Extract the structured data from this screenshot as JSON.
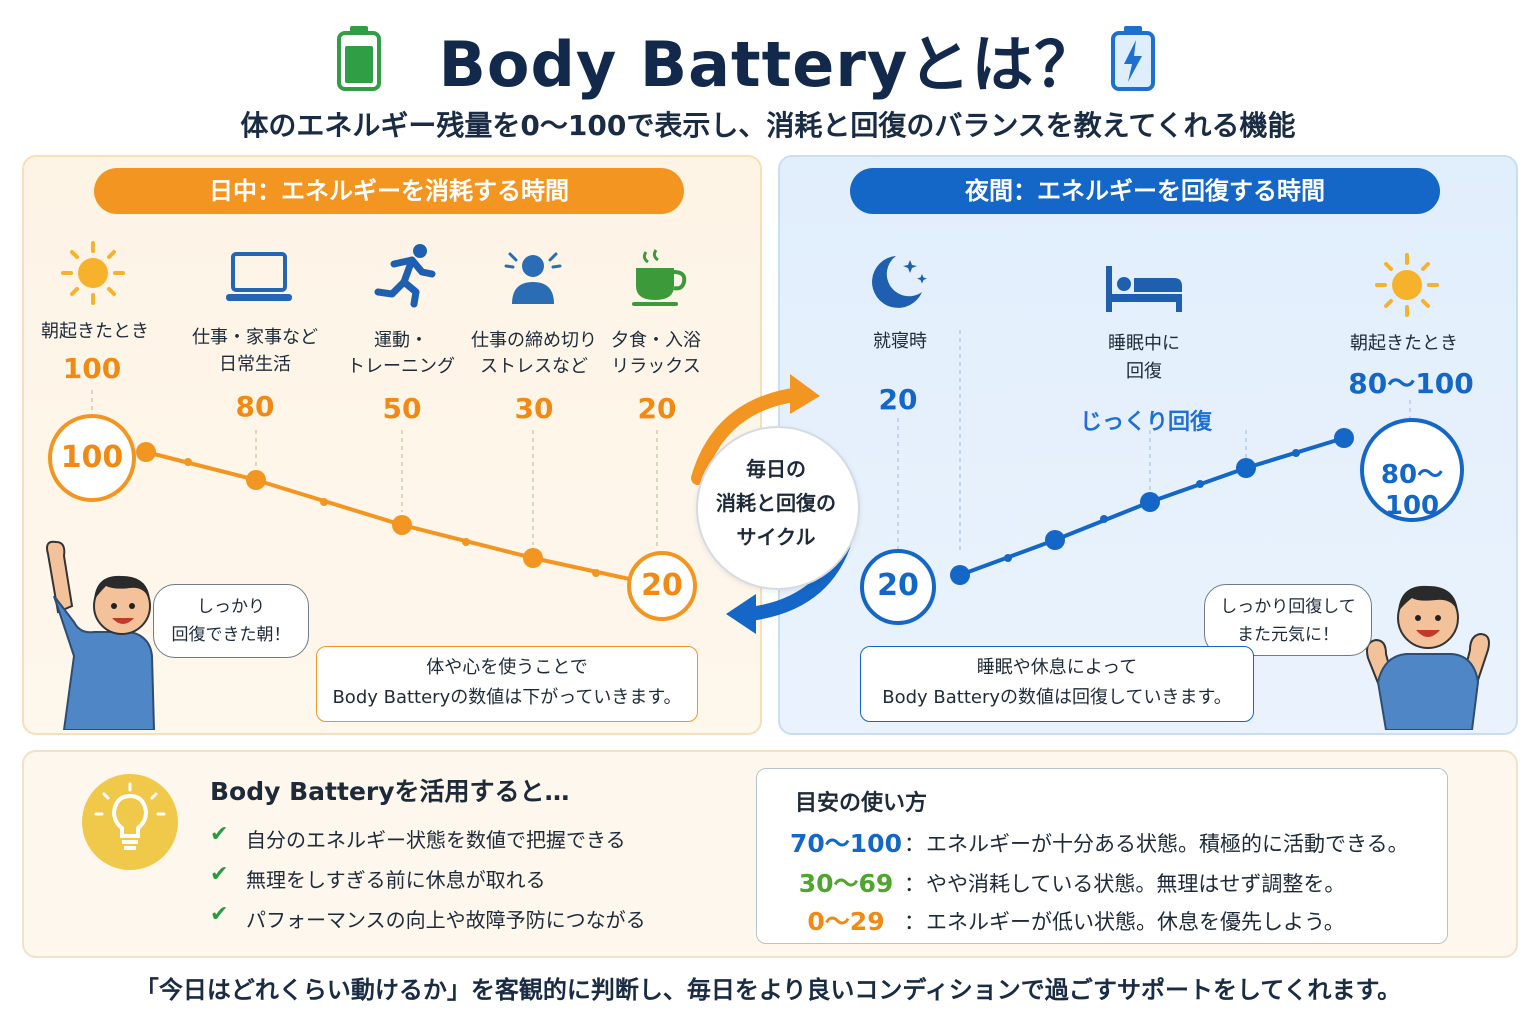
{
  "header": {
    "title": "Body Batteryとは？",
    "subtitle": "体のエネルギー残量を0〜100で表示し、消耗と回復のバランスを教えてくれる機能"
  },
  "day": {
    "heading": "日中：エネルギーを消耗する時間",
    "stages": [
      {
        "label1": "朝起きたとき",
        "label2": "",
        "value": "100",
        "icon": "sun-icon"
      },
      {
        "label1": "仕事・家事など",
        "label2": "日常生活",
        "value": "80",
        "icon": "laptop-icon"
      },
      {
        "label1": "運動・",
        "label2": "トレーニング",
        "value": "50",
        "icon": "runner-icon"
      },
      {
        "label1": "仕事の締め切り",
        "label2": "ストレスなど",
        "value": "30",
        "icon": "stressed-person-icon"
      },
      {
        "label1": "夕食・入浴",
        "label2": "リラックス",
        "value": "20",
        "icon": "tea-cup-icon"
      }
    ],
    "start_circle": "100",
    "end_circle": "20",
    "bubble": [
      "しっかり",
      "回復できた朝！"
    ],
    "note": [
      "体や心を使うことで",
      "Body Batteryの数値は下がっていきます。"
    ]
  },
  "cycle": {
    "text": [
      "毎日の",
      "消耗と回復の",
      "サイクル"
    ]
  },
  "night": {
    "heading": "夜間：エネルギーを回復する時間",
    "stages": [
      {
        "label1": "就寝時",
        "label2": "",
        "value": "20",
        "icon": "moon-icon"
      },
      {
        "label1": "睡眠中に",
        "label2": "回復",
        "value": "",
        "icon": "bed-icon"
      },
      {
        "label1": "朝起きたとき",
        "label2": "",
        "value": "80〜100",
        "icon": "sun-icon"
      }
    ],
    "slow_recovery": "じっくり回復",
    "start_circle": "20",
    "end_circle": "80〜100",
    "bubble": [
      "しっかり回復して",
      "また元気に！"
    ],
    "note": [
      "睡眠や休息によって",
      "Body Batteryの数値は回復していきます。"
    ]
  },
  "benefits": {
    "title": "Body Batteryを活用すると…",
    "items": [
      "自分のエネルギー状態を数値で把握できる",
      "無理をしすぎる前に休息が取れる",
      "パフォーマンスの向上や故障予防につながる"
    ]
  },
  "guide": {
    "title": "目安の使い方",
    "rows": [
      {
        "range": "70〜100",
        "desc": "エネルギーが十分ある状態。積極的に活動できる。",
        "color": "#1466c7"
      },
      {
        "range": "30〜69",
        "desc": "やや消耗している状態。無理はせず調整を。",
        "color": "#4fa52f"
      },
      {
        "range": "0〜29",
        "desc": "エネルギーが低い状態。休息を優先しよう。",
        "color": "#f08a14"
      }
    ]
  },
  "footer": "「今日はどれくらい動けるか」を客観的に判断し、毎日をより良いコンディションで過ごすサポートをしてくれます。",
  "colors": {
    "orange": "#f39521",
    "blue": "#1466c7",
    "green": "#2e9a3f"
  }
}
